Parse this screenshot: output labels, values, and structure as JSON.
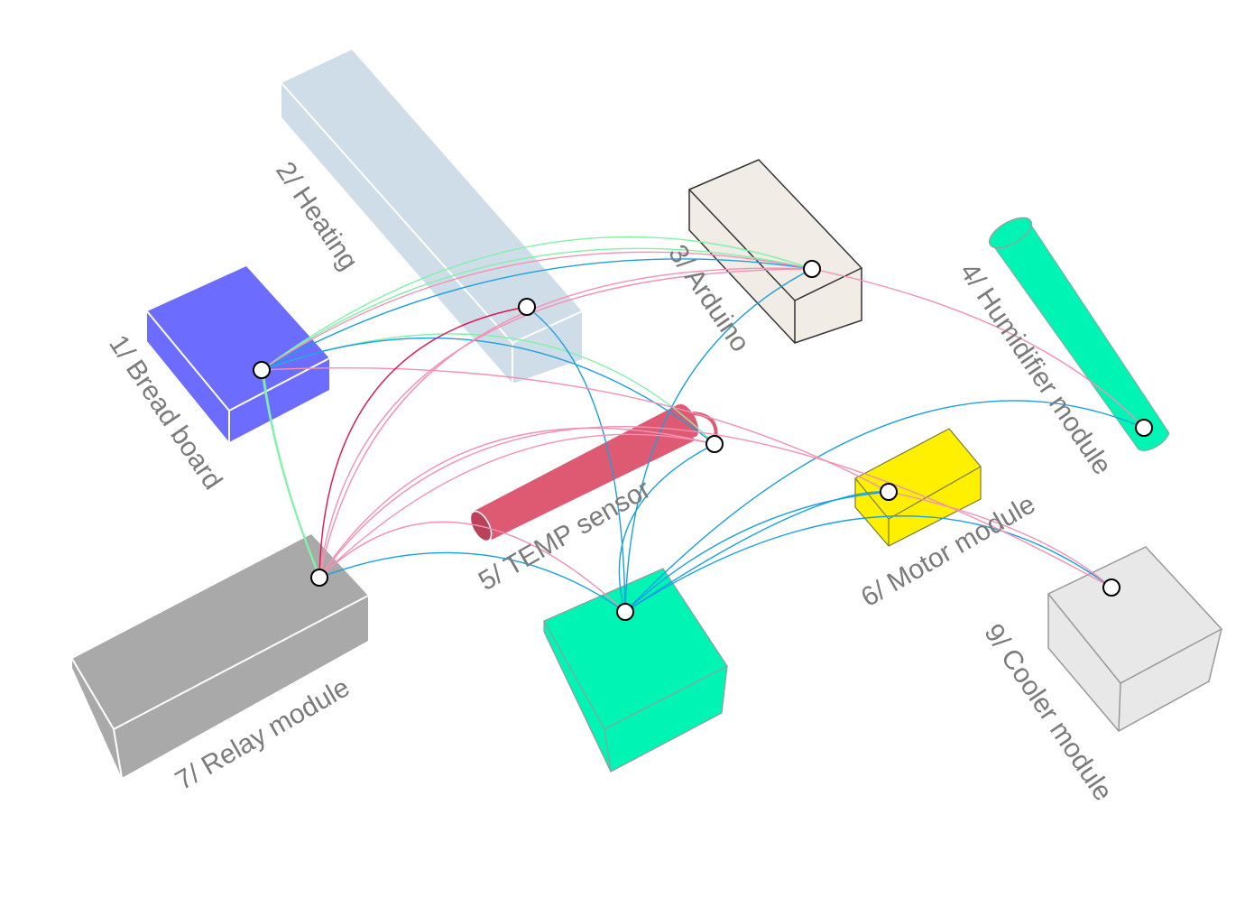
{
  "components": [
    {
      "id": "bread",
      "label": "1/ Bread board",
      "color": "#6c6cff"
    },
    {
      "id": "heating",
      "label": "2/ Heating",
      "color": "#cfdde9"
    },
    {
      "id": "arduino",
      "label": "3/ Arduino",
      "color": "#f2ece6"
    },
    {
      "id": "humidifier",
      "label": "4/ Humidifier module",
      "color": "#00f5b4"
    },
    {
      "id": "temp",
      "label": "5/ TEMP sensor",
      "color": "#de5a72"
    },
    {
      "id": "motor",
      "label": "6/ Motor module",
      "color": "#fff000"
    },
    {
      "id": "relay",
      "label": "7/ Relay module",
      "color": "#a9a9a9"
    },
    {
      "id": "power",
      "label": "",
      "color": "#00f5b4"
    },
    {
      "id": "cooler",
      "label": "9/ Cooler module",
      "color": "#e8e8e8"
    }
  ],
  "wire_colors": {
    "green": "#7ff2a8",
    "blue": "#1a9fe0",
    "pink": "#f390b3",
    "red": "#e0134f"
  }
}
